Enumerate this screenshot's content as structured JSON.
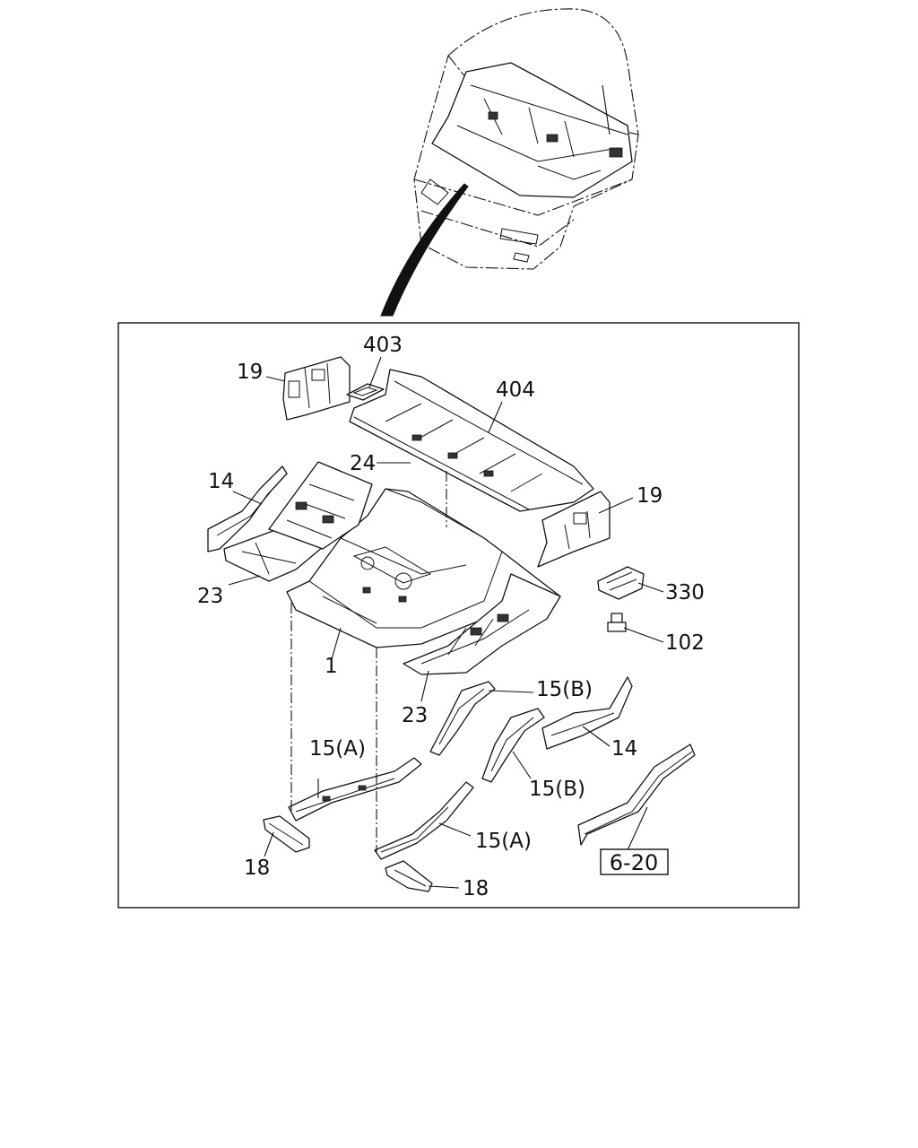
{
  "callouts": {
    "c403": "403",
    "c19a": "19",
    "c404": "404",
    "c24": "24",
    "c19b": "19",
    "c14a": "14",
    "c23a": "23",
    "c330": "330",
    "c102": "102",
    "c1": "1",
    "c23b": "23",
    "c15b_top": "15(B)",
    "c14b": "14",
    "c15a_left": "15(A)",
    "c15b_mid": "15(B)",
    "c15a_right": "15(A)",
    "c18a": "18",
    "c18b": "18"
  },
  "reference_box": {
    "label": "6-20"
  }
}
